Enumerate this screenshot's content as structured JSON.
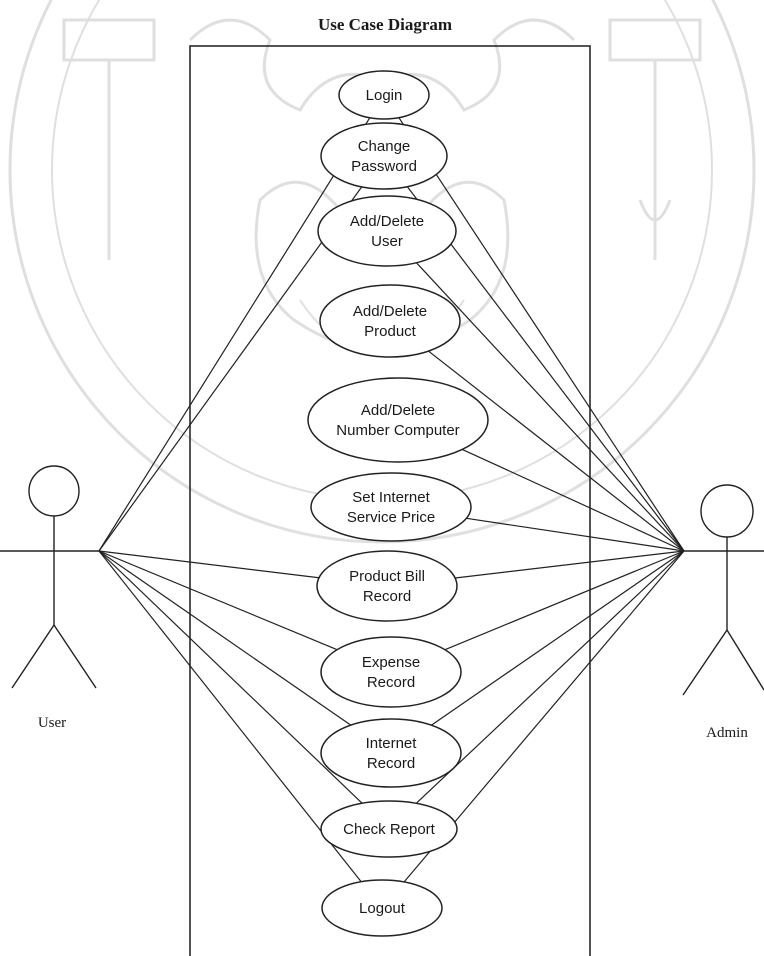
{
  "diagram": {
    "title": "Use Case Diagram",
    "actors": {
      "user": {
        "label": "User"
      },
      "admin": {
        "label": "Admin"
      }
    },
    "use_cases": [
      {
        "id": "login",
        "lines": [
          "Login"
        ]
      },
      {
        "id": "change-password",
        "lines": [
          "Change",
          "Password"
        ]
      },
      {
        "id": "add-delete-user",
        "lines": [
          "Add/Delete",
          "User"
        ]
      },
      {
        "id": "add-delete-product",
        "lines": [
          "Add/Delete",
          "Product"
        ]
      },
      {
        "id": "add-delete-number-computer",
        "lines": [
          "Add/Delete",
          "Number Computer"
        ]
      },
      {
        "id": "set-internet-service-price",
        "lines": [
          "Set Internet",
          "Service Price"
        ]
      },
      {
        "id": "product-bill-record",
        "lines": [
          "Product Bill",
          "Record"
        ]
      },
      {
        "id": "expense-record",
        "lines": [
          "Expense",
          "Record"
        ]
      },
      {
        "id": "internet-record",
        "lines": [
          "Internet",
          "Record"
        ]
      },
      {
        "id": "check-report",
        "lines": [
          "Check Report"
        ]
      },
      {
        "id": "logout",
        "lines": [
          "Logout"
        ]
      }
    ],
    "associations": {
      "user": [
        "login",
        "change-password",
        "product-bill-record",
        "expense-record",
        "internet-record",
        "check-report",
        "logout"
      ],
      "admin": [
        "login",
        "change-password",
        "add-delete-user",
        "add-delete-product",
        "add-delete-number-computer",
        "set-internet-service-price",
        "product-bill-record",
        "expense-record",
        "internet-record",
        "check-report",
        "logout"
      ]
    }
  }
}
